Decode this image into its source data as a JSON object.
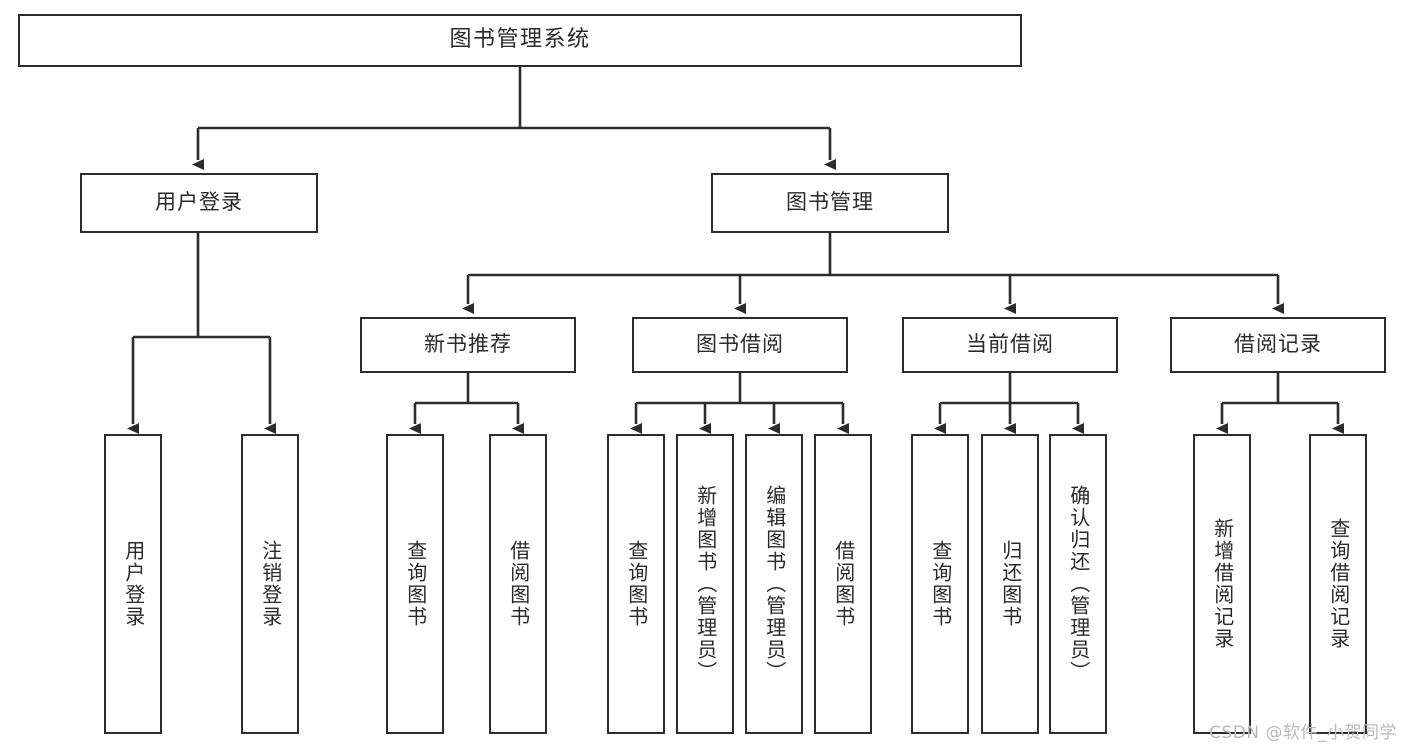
{
  "diagram": {
    "title": "图书管理系统",
    "type": "tree-hierarchy",
    "watermark": "CSDN @软件_小贺同学",
    "root": {
      "label": "图书管理系统"
    },
    "level2": [
      {
        "label": "用户登录"
      },
      {
        "label": "图书管理"
      }
    ],
    "level3": [
      {
        "label": "新书推荐"
      },
      {
        "label": "图书借阅"
      },
      {
        "label": "当前借阅"
      },
      {
        "label": "借阅记录"
      }
    ],
    "leaves": {
      "user_login": [
        {
          "label": "用户登录"
        },
        {
          "label": "注销登录"
        }
      ],
      "new_book_recommend": [
        {
          "label": "查询图书"
        },
        {
          "label": "借阅图书"
        }
      ],
      "book_borrow": [
        {
          "label": "查询图书"
        },
        {
          "label": "新增图书（管理员）"
        },
        {
          "label": "编辑图书（管理员）"
        },
        {
          "label": "借阅图书"
        }
      ],
      "current_borrow": [
        {
          "label": "查询图书"
        },
        {
          "label": "归还图书"
        },
        {
          "label": "确认归还（管理员）"
        }
      ],
      "borrow_record": [
        {
          "label": "新增借阅记录"
        },
        {
          "label": "查询借阅记录"
        }
      ]
    },
    "colors": {
      "border": "#2c2c2c",
      "text": "#2a2a2a",
      "background": "#ffffff",
      "watermark": "#b9b9b9"
    }
  }
}
